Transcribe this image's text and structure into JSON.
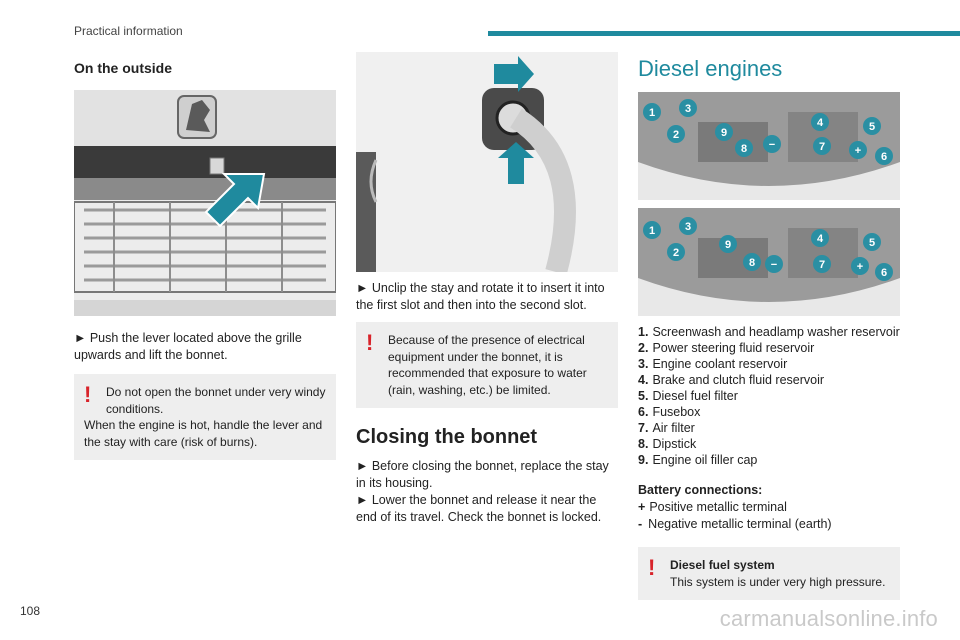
{
  "header": {
    "section": "Practical information"
  },
  "page_number": "108",
  "watermark": "carmanualsonline.info",
  "col1": {
    "heading": "On the outside",
    "instruction": "► Push the lever located above the grille upwards and lift the bonnet.",
    "warning": {
      "line1": "Do not open the bonnet under very windy conditions.",
      "line2": "When the engine is hot, handle the lever and the stay with care (risk of burns)."
    }
  },
  "col2": {
    "instruction": "► Unclip the stay and rotate it to insert it into the first slot and then into the second slot.",
    "warning": "Because of the presence of electrical equipment under the bonnet, it is recommended that exposure to water (rain, washing, etc.) be limited.",
    "closing_title": "Closing the bonnet",
    "closing_steps": [
      "► Before closing the bonnet, replace the stay in its housing.",
      "► Lower the bonnet and release it near the end of its travel. Check the bonnet is locked."
    ]
  },
  "col3": {
    "title": "Diesel engines",
    "items": [
      {
        "num": "1.",
        "text": "Screenwash and headlamp washer reservoir"
      },
      {
        "num": "2.",
        "text": "Power steering fluid reservoir"
      },
      {
        "num": "3.",
        "text": "Engine coolant reservoir"
      },
      {
        "num": "4.",
        "text": "Brake and clutch fluid reservoir"
      },
      {
        "num": "5.",
        "text": "Diesel fuel filter"
      },
      {
        "num": "6.",
        "text": "Fusebox"
      },
      {
        "num": "7.",
        "text": "Air filter"
      },
      {
        "num": "8.",
        "text": "Dipstick"
      },
      {
        "num": "9.",
        "text": "Engine oil filler cap"
      }
    ],
    "battery_heading": "Battery connections:",
    "battery": [
      {
        "sym": "+",
        "text": "Positive metallic terminal"
      },
      {
        "sym": "-",
        "text": "Negative metallic terminal (earth)"
      }
    ],
    "warning_title": "Diesel fuel system",
    "warning_text": "This system is under very high pressure."
  },
  "callouts": [
    "1",
    "2",
    "3",
    "9",
    "8",
    "−",
    "4",
    "7",
    "5",
    "+",
    "6"
  ],
  "colors": {
    "accent": "#1f8a9e",
    "warning": "#d8232a",
    "callout": "#2a8fa3"
  }
}
